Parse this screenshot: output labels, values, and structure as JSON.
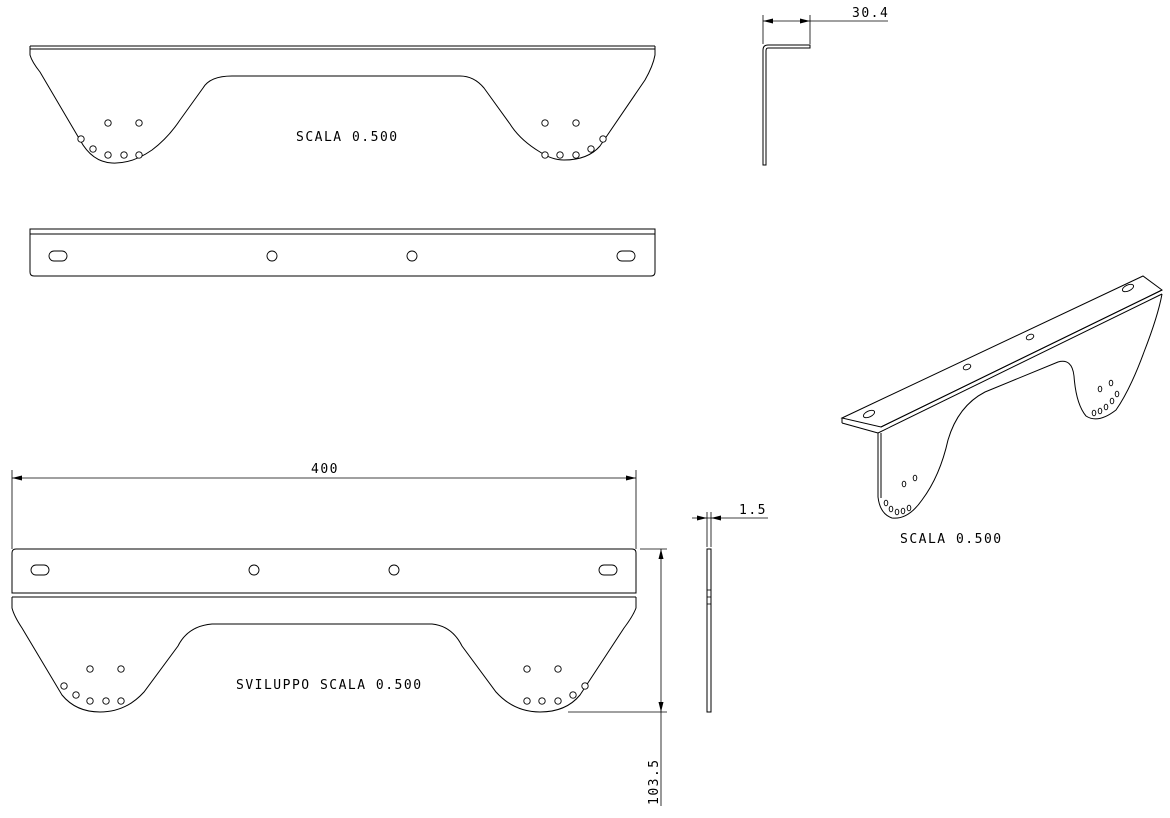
{
  "labels": {
    "front_view_scale": "SCALA 0.500",
    "iso_view_scale": "SCALA 0.500",
    "development_scale": "SVILUPPO SCALA 0.500"
  },
  "dimensions": {
    "flange_width": "30.4",
    "overall_length": "400",
    "thickness": "1.5",
    "total_height": "103.5"
  }
}
